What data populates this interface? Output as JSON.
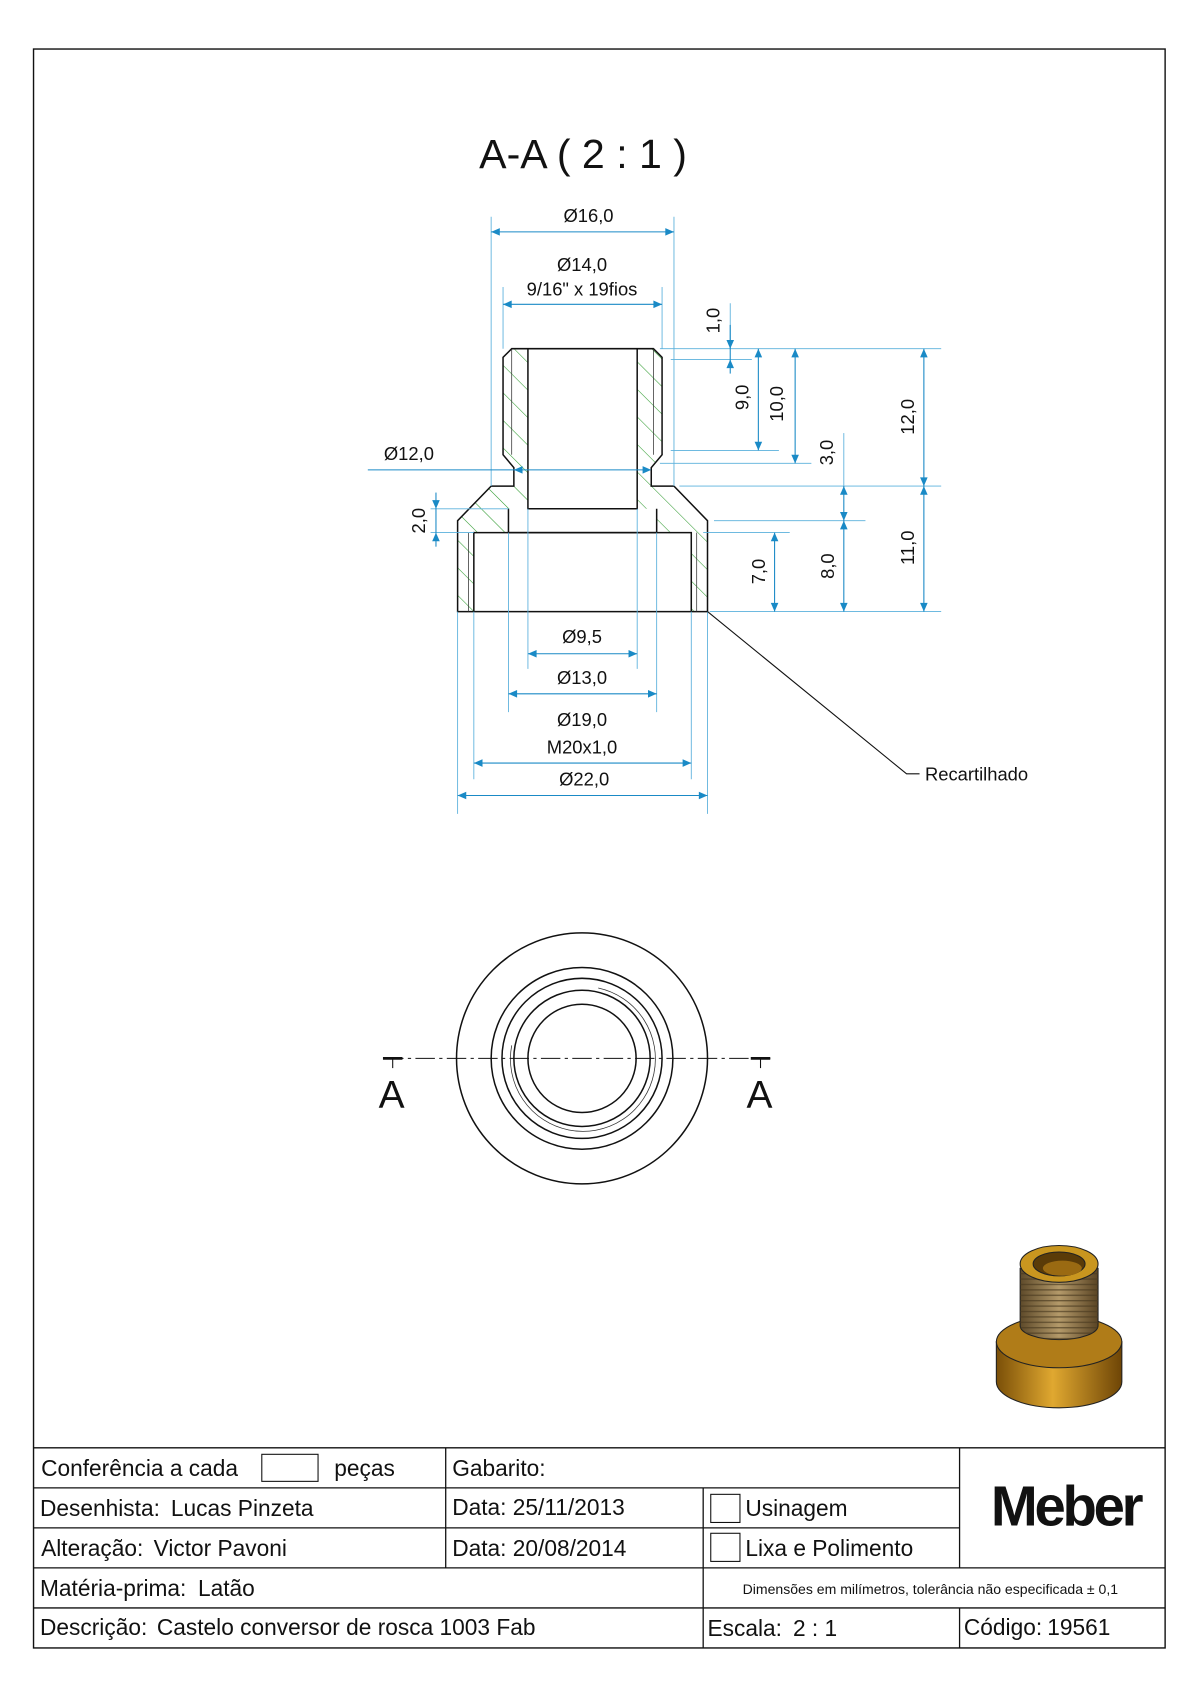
{
  "section_title": "A-A ( 2 : 1 )",
  "section_marker": "A",
  "dimensions": {
    "d16": "Ø16,0",
    "d14": "Ø14,0",
    "thread_top": "9/16\" x 19fios",
    "d12": "Ø12,0",
    "h1": "1,0",
    "h9": "9,0",
    "h10": "10,0",
    "h12": "12,0",
    "h3": "3,0",
    "h2": "2,0",
    "h7": "7,0",
    "h8": "8,0",
    "h11": "11,0",
    "d9_5": "Ø9,5",
    "d13": "Ø13,0",
    "d19": "Ø19,0",
    "thread_bottom": "M20x1,0",
    "d22": "Ø22,0"
  },
  "annotation": "Recartilhado",
  "colors": {
    "dimension": "#1a8ac6",
    "hatch": "#2e9a2e",
    "brass": "#c8901e"
  },
  "title_block": {
    "conferencia_label": "Conferência a cada",
    "conferencia_value": "",
    "pecas_label": "peças",
    "gabarito_label": "Gabarito:",
    "desenhista_label": "Desenhista:",
    "desenhista_value": "Lucas Pinzeta",
    "data1_label": "Data:",
    "data1_value": "25/11/2013",
    "usinagem_label": "Usinagem",
    "alteracao_label": "Alteração:",
    "alteracao_value": "Victor Pavoni",
    "data2_label": "Data:",
    "data2_value": "20/08/2014",
    "lixa_label": "Lixa e Polimento",
    "materia_label": "Matéria-prima:",
    "materia_value": "Latão",
    "note": "Dimensões em milímetros, tolerância não especificada ± 0,1",
    "descricao_label": "Descrição:",
    "descricao_value": "Castelo conversor de rosca 1003 Fab",
    "escala_label": "Escala:",
    "escala_value": "2 : 1",
    "codigo_label": "Código:",
    "codigo_value": "19561",
    "logo": "Meber"
  }
}
